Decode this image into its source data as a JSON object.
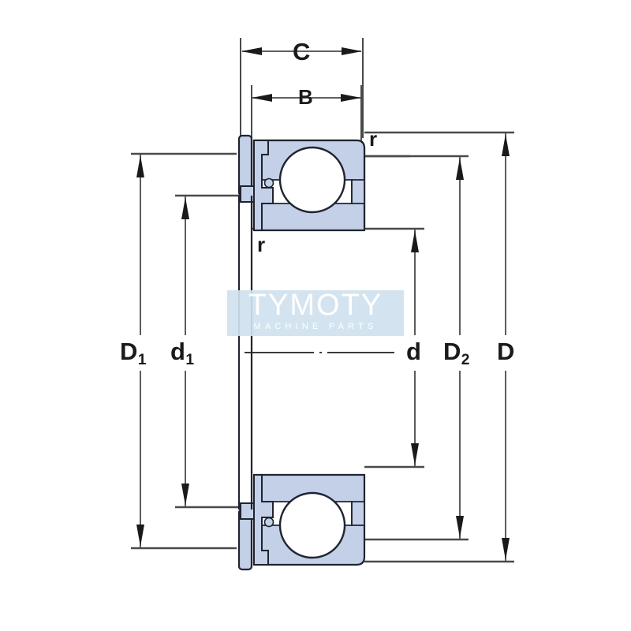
{
  "drawing": {
    "title": "Deep groove ball bearing cross-section dimension drawing",
    "colors": {
      "ring_fill": "#c3d0e8",
      "outline": "#1f2430",
      "dimension_line": "#4a4a4a",
      "ball_fill": "#ffffff",
      "background": "#ffffff",
      "watermark_band": "#cfe2ef",
      "watermark_text": "#ffffff"
    },
    "labels": {
      "width_outer": "C",
      "width_inner": "B",
      "fillet_top_right": "r",
      "fillet_mid_left": "r",
      "outer_diameter_recess": "D",
      "outer_diameter_shoulder": "D",
      "outer_diameter_shoulder_sub": "2",
      "bore_diameter": "d",
      "bore_shoulder": "d",
      "bore_shoulder_sub": "1",
      "housing_diameter": "D",
      "housing_diameter_sub": "1"
    },
    "dimension_list": [
      {
        "symbol": "C",
        "description": "overall bearing width including snap ring"
      },
      {
        "symbol": "B",
        "description": "bearing ring width"
      },
      {
        "symbol": "D",
        "description": "outside diameter"
      },
      {
        "symbol": "D2",
        "description": "snap ring groove diameter"
      },
      {
        "symbol": "D1",
        "description": "outer shoulder diameter"
      },
      {
        "symbol": "d",
        "description": "bore diameter"
      },
      {
        "symbol": "d1",
        "description": "inner shoulder diameter"
      },
      {
        "symbol": "r",
        "description": "chamfer / fillet radius"
      }
    ]
  },
  "watermark": {
    "brand": "TYMOTY",
    "tagline": "MACHINE PARTS"
  }
}
